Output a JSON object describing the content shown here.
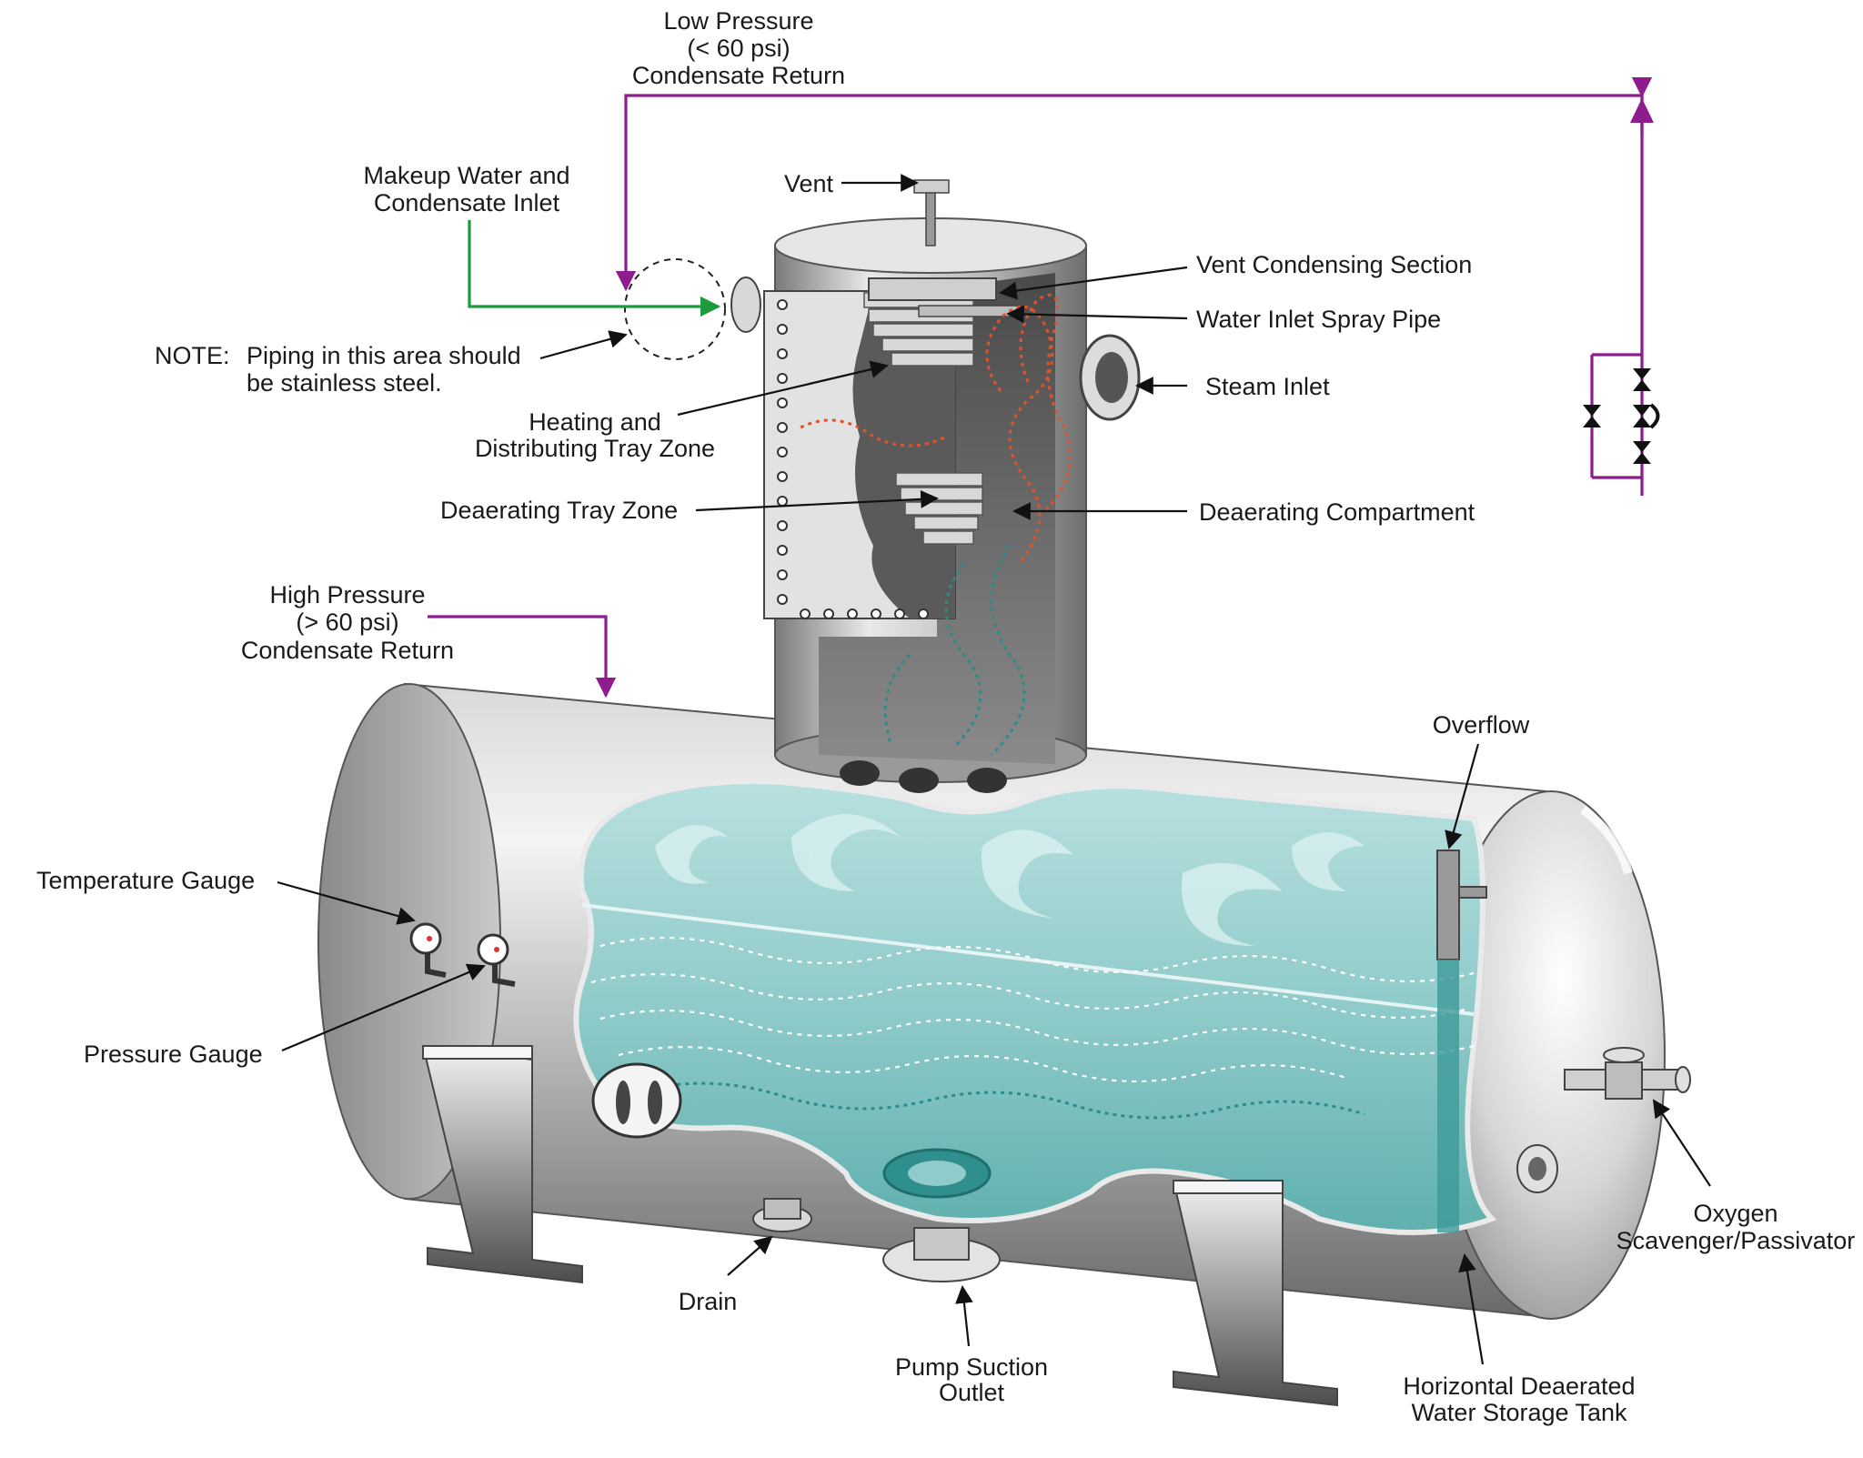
{
  "labels": {
    "low_pressure": [
      "Low Pressure",
      "(< 60 psi)",
      "Condensate Return"
    ],
    "makeup_water": [
      "Makeup Water and",
      "Condensate Inlet"
    ],
    "vent": "Vent",
    "vent_condensing": "Vent Condensing Section",
    "water_inlet_spray": "Water Inlet Spray Pipe",
    "steam_inlet": "Steam Inlet",
    "note": [
      "NOTE:",
      "Piping in this area should",
      "be stainless steel."
    ],
    "heating_tray": [
      "Heating and",
      "Distributing Tray Zone"
    ],
    "deaerating_tray": "Deaerating Tray Zone",
    "deaerating_compartment": "Deaerating Compartment",
    "high_pressure": [
      "High Pressure",
      "(> 60 psi)",
      "Condensate Return"
    ],
    "overflow": "Overflow",
    "temperature_gauge": "Temperature Gauge",
    "pressure_gauge": "Pressure Gauge",
    "oxygen": [
      "Oxygen",
      "Scavenger/Passivator"
    ],
    "drain": "Drain",
    "pump_suction": [
      "Pump Suction",
      "Outlet"
    ],
    "storage_tank": [
      "Horizontal Deaerated",
      "Water Storage Tank"
    ]
  },
  "colors": {
    "condensate_return_line": "#8e1c8e",
    "makeup_water_line": "#1e9a3e",
    "steam_flow": "#e0532a",
    "water_flow": "#2e8b8b",
    "water": "#9ed3d2"
  }
}
